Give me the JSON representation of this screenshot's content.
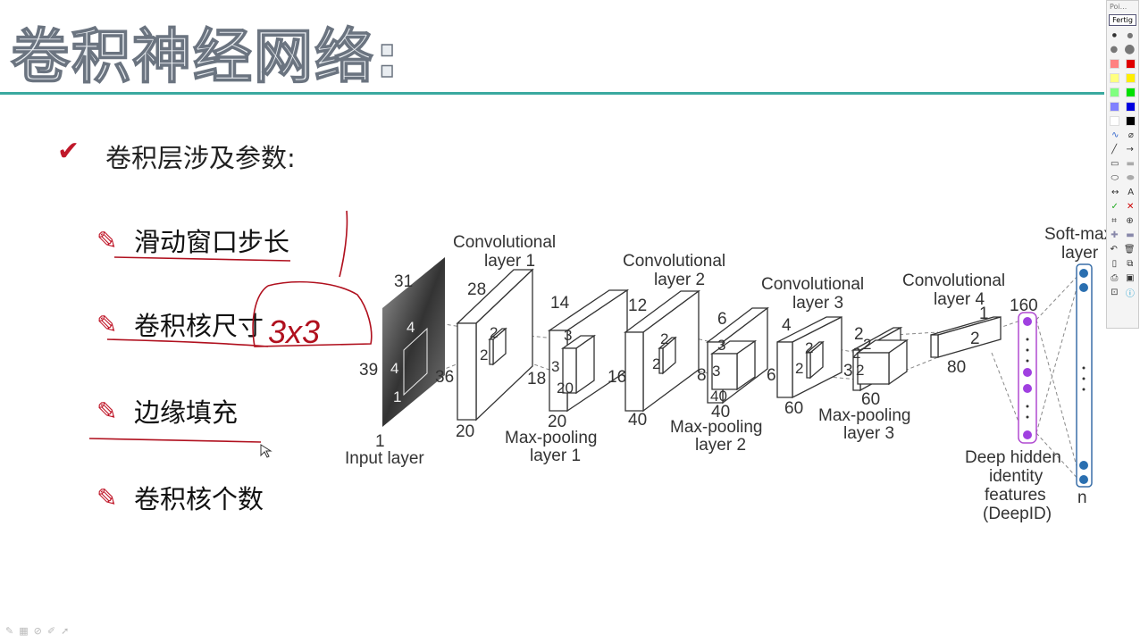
{
  "title": "卷积神经网络:",
  "heading": "卷积层涉及参数:",
  "items": [
    {
      "label": "滑动窗口步长"
    },
    {
      "label": "卷积核尺寸"
    },
    {
      "label": "边缘填充"
    },
    {
      "label": "卷积核个数"
    }
  ],
  "annotation": "3x3",
  "diagram": {
    "input": {
      "label": "Input layer",
      "d": "1",
      "h": "39",
      "w": "31",
      "k1": "4",
      "k2": "4",
      "k3": "1",
      "n": "36"
    },
    "conv1": {
      "l1": "Convolutional",
      "l2": "layer 1",
      "a": "28",
      "b": "20",
      "k1": "2",
      "k2": "2",
      "n": "18"
    },
    "pool1": {
      "l1": "Max-pooling",
      "l2": "layer 1",
      "a": "14",
      "b": "20",
      "k1": "3",
      "k2": "3",
      "k3": "20",
      "n": "16"
    },
    "conv2": {
      "l1": "Convolutional",
      "l2": "layer 2",
      "a": "12",
      "b": "40",
      "k1": "2",
      "k2": "2",
      "n": "8"
    },
    "pool2": {
      "l1": "Max-pooling",
      "l2": "layer 2",
      "a": "6",
      "b": "40",
      "k1": "3",
      "k2": "3",
      "k3": "40",
      "n": "6"
    },
    "conv3": {
      "l1": "Convolutional",
      "l2": "layer 3",
      "a": "4",
      "b": "60",
      "k1": "2",
      "k2": "2",
      "n": "3"
    },
    "pool3": {
      "l1": "Max-pooling",
      "l2": "layer 3",
      "a": "2",
      "b": "60",
      "k1": "2",
      "k2": "2",
      "k3": "2"
    },
    "conv4": {
      "l1": "Convolutional",
      "l2": "layer 4",
      "a": "1",
      "b": "80",
      "k1": "2"
    },
    "deepid": {
      "n": "160",
      "l1": "Deep hidden",
      "l2": "identity",
      "l3": "features",
      "l4": "(DeepID)"
    },
    "softmax": {
      "l1": "Soft-max",
      "l2": "layer",
      "n": "n"
    }
  },
  "toolbar": {
    "header": "Poi...",
    "done": "Fertig",
    "text_tool": "A",
    "colors": [
      "#ff8080",
      "#e00000",
      "#ffff80",
      "#ffee00",
      "#80ff80",
      "#00e000",
      "#8080ff",
      "#0000e0",
      "#ffffff",
      "#000000"
    ]
  }
}
